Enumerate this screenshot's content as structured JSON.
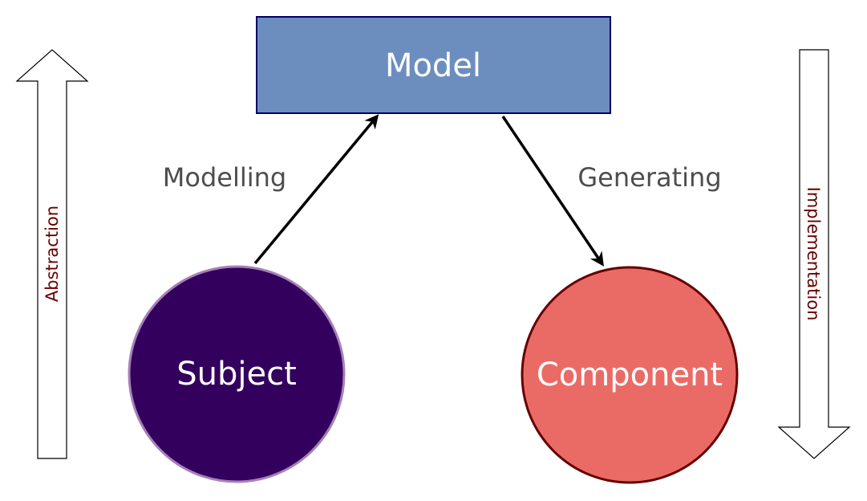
{
  "diagram": {
    "nodes": {
      "model": {
        "label": "Model",
        "fill": "#6C8EBF",
        "stroke": "#000066"
      },
      "subject": {
        "label": "Subject",
        "fill": "#33005E",
        "stroke": "#A680B8"
      },
      "component": {
        "label": "Component",
        "fill": "#EA6B66",
        "stroke": "#660000"
      }
    },
    "edges": {
      "modelling": {
        "label": "Modelling",
        "from": "subject",
        "to": "model"
      },
      "generating": {
        "label": "Generating",
        "from": "model",
        "to": "component"
      }
    },
    "side_arrows": {
      "abstraction": {
        "label": "Abstraction",
        "direction": "up",
        "text_color": "#660000"
      },
      "implementation": {
        "label": "Implementation",
        "direction": "down",
        "text_color": "#660000"
      }
    },
    "colors": {
      "edge_label": "#4D4D4D",
      "connector": "#000000"
    }
  }
}
